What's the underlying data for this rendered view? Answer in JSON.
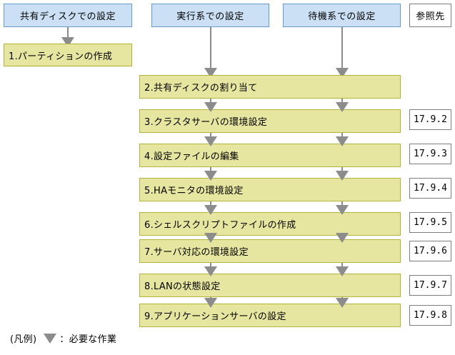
{
  "diagram": {
    "title_present": false,
    "colors": {
      "header_fill": "#cce0f5",
      "header_border": "#6699cc",
      "task_fill": "#e6e6a0",
      "task_border": "#b3b33c",
      "ref_border": "#808080",
      "arrow": "#8c8c8c",
      "background": "#ffffff"
    },
    "columns": [
      {
        "id": "shared-disk",
        "label": "共有ディスクでの設定"
      },
      {
        "id": "active-system",
        "label": "実行系での設定"
      },
      {
        "id": "standby-system",
        "label": "待機系での設定"
      },
      {
        "id": "reference",
        "label": "参照先"
      }
    ],
    "steps": [
      {
        "num": "1",
        "label": "1.パーティションの作成",
        "column": "shared-disk",
        "reference": ""
      },
      {
        "num": "2",
        "label": "2.共有ディスクの割り当て",
        "column": "span-active-standby",
        "reference": ""
      },
      {
        "num": "3",
        "label": "3.クラスタサーバの環境設定",
        "column": "span-active-standby",
        "reference": "17.9.2"
      },
      {
        "num": "4",
        "label": "4.設定ファイルの編集",
        "column": "span-active-standby",
        "reference": "17.9.3"
      },
      {
        "num": "5",
        "label": "5.HAモニタの環境設定",
        "column": "span-active-standby",
        "reference": "17.9.4"
      },
      {
        "num": "6",
        "label": "6.シェルスクリプトファイルの作成",
        "column": "span-active-standby",
        "reference": "17.9.5"
      },
      {
        "num": "7",
        "label": "7.サーバ対応の環境設定",
        "column": "span-active-standby",
        "reference": "17.9.6"
      },
      {
        "num": "8",
        "label": "8.LANの状態設定",
        "column": "span-active-standby",
        "reference": "17.9.7"
      },
      {
        "num": "9",
        "label": "9.アプリケーションサーバの設定",
        "column": "span-active-standby",
        "reference": "17.9.8"
      }
    ],
    "legend": {
      "prefix": "(凡例)",
      "arrow_icon": "down-triangle-icon",
      "separator": "：",
      "text": "：必要な作業"
    }
  }
}
